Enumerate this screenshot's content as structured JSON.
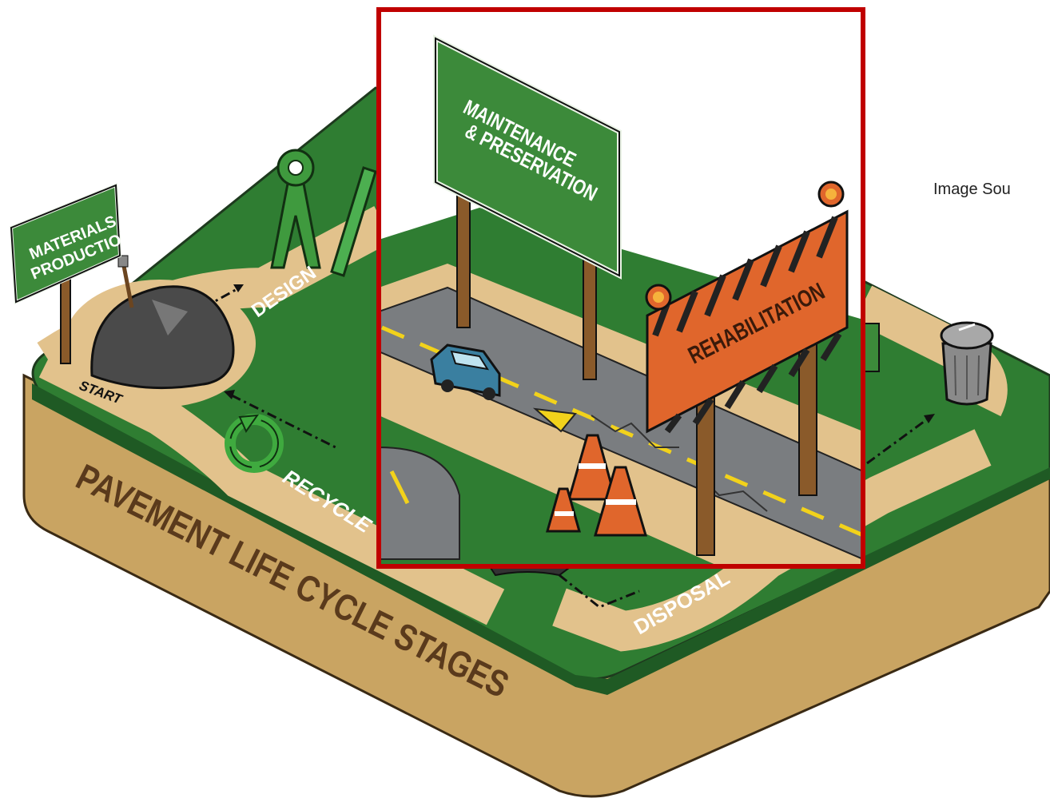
{
  "scene": {
    "board_title": "PAVEMENT LIFE CYCLE STAGES",
    "signs": {
      "materials_line1": "MATERIALS",
      "materials_line2": "PRODUCTION",
      "maintenance_line1": "MAINTENANCE",
      "maintenance_line2": "& PRESERVATION",
      "rehabilitation": "REHABILITATION"
    },
    "path_labels": {
      "start": "START",
      "design": "DESIGN",
      "recycle": "RECYCLE",
      "disposal": "DISPOSAL"
    },
    "source_caption": "Image Sou"
  },
  "colors": {
    "board_green": "#2f7d32",
    "board_tan": "#c9a462",
    "path_tan": "#e2c28c",
    "road_gray": "#7a7d80",
    "sign_green": "#3c8a3a",
    "sign_orange": "#e0662c",
    "highlight_border": "#c00000",
    "title_brown": "#5a3a1c"
  }
}
